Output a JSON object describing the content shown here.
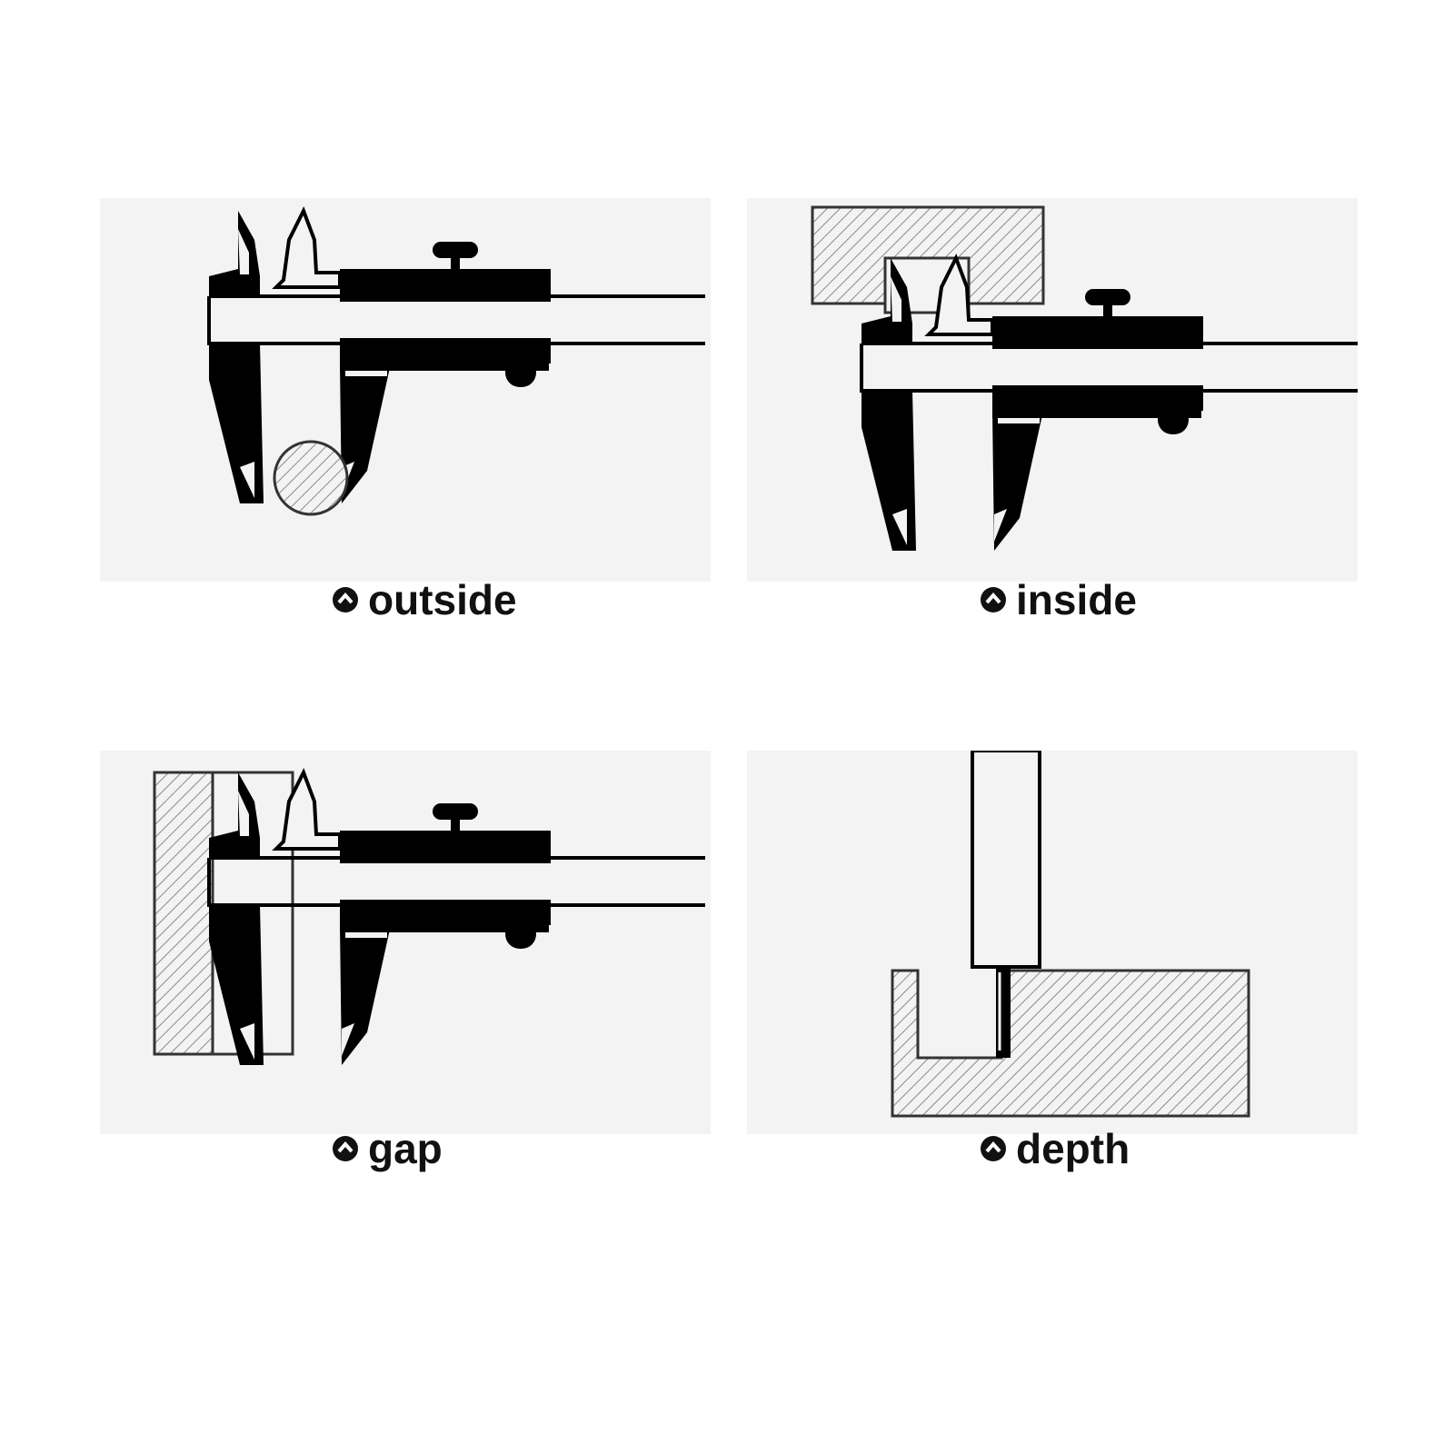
{
  "panels": [
    {
      "key": "outside",
      "label": "outside",
      "bullet_icon": "up-chevron-circle-icon"
    },
    {
      "key": "inside",
      "label": "inside",
      "bullet_icon": "up-chevron-circle-icon"
    },
    {
      "key": "gap",
      "label": "gap",
      "bullet_icon": "up-chevron-circle-icon"
    },
    {
      "key": "depth",
      "label": "depth",
      "bullet_icon": "up-chevron-circle-icon"
    }
  ],
  "colors": {
    "ink": "#000000",
    "panel": "#f3f3f3",
    "hatch": "#8a8a8a"
  }
}
